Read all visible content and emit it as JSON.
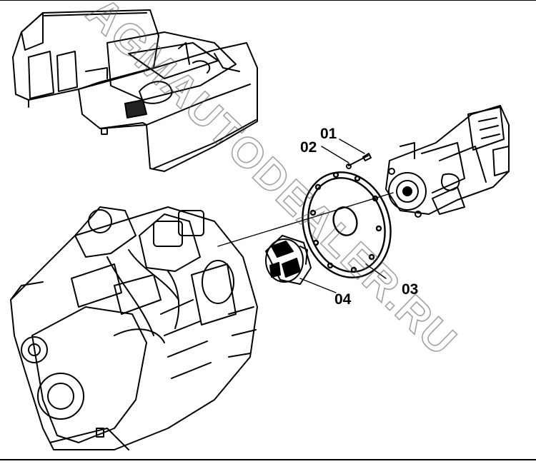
{
  "diagram": {
    "callouts": {
      "bolt": "01",
      "washer": "02",
      "flywheel_housing": "03",
      "coupling": "04"
    },
    "watermark": "AGMAUTODEALER.RU"
  }
}
